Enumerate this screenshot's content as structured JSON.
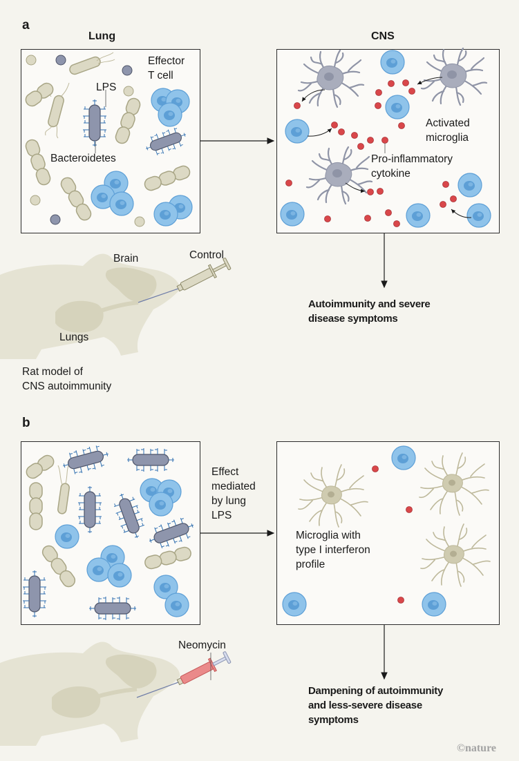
{
  "panel_a": {
    "letter": "a",
    "lung_title": "Lung",
    "cns_title": "CNS",
    "labels": {
      "effector_t_cell": "Effector\nT cell",
      "lps": "LPS",
      "bacteroidetes": "Bacteroidetes",
      "activated_microglia": "Activated\nmicroglia",
      "cytokine": "Pro-inflammatory\ncytokine"
    },
    "rat_labels": {
      "brain": "Brain",
      "lungs": "Lungs",
      "syringe": "Control",
      "model": "Rat model of\nCNS autoimmunity"
    },
    "outcome": "Autoimmunity and severe\ndisease symptoms"
  },
  "panel_b": {
    "letter": "b",
    "arrow_label": "Effect\nmediated\nby lung\nLPS",
    "microglia_label": "Microglia with\ntype I interferon\nprofile",
    "syringe": "Neomycin",
    "outcome": "Dampening of autoimmunity\nand less-severe disease\nsymptoms"
  },
  "colors": {
    "background": "#f5f4ee",
    "box_fill": "#fbfaf7",
    "t_cell": "#8fc3ea",
    "t_cell_nucleus": "#5d9fd6",
    "bacteria_tan": "#dcd9c4",
    "bacteroidetes": "#8e95ac",
    "lps": "#2f6fb0",
    "activated_microglia": "#a9adbc",
    "resting_microglia": "#cfcbb0",
    "cytokine": "#d9474a",
    "rat": "#e5e3d3",
    "neomycin": "#ea8a8a"
  },
  "credit": "©nature"
}
